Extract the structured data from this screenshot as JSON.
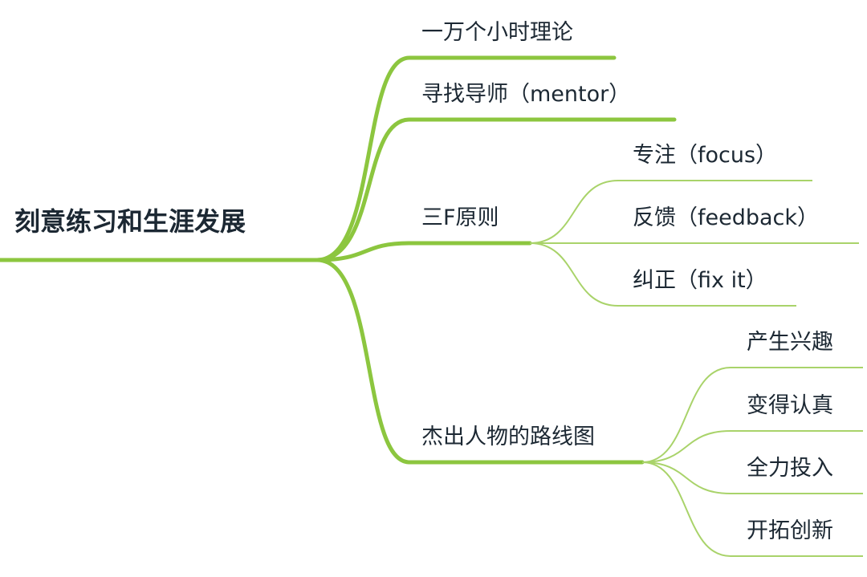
{
  "colors": {
    "trunk": "#8cc63f",
    "branch": "#a9d36a",
    "text": "#1c2833",
    "background": "#ffffff"
  },
  "mindmap": {
    "root": "刻意练习和生涯发展",
    "branches": [
      {
        "label": "一万个小时理论",
        "children": []
      },
      {
        "label": "寻找导师（mentor）",
        "children": []
      },
      {
        "label": "三F原则",
        "children": [
          {
            "label": "专注（focus）"
          },
          {
            "label": "反馈（feedback）"
          },
          {
            "label": "纠正（fix it）"
          }
        ]
      },
      {
        "label": "杰出人物的路线图",
        "children": [
          {
            "label": "产生兴趣"
          },
          {
            "label": "变得认真"
          },
          {
            "label": "全力投入"
          },
          {
            "label": "开拓创新"
          }
        ]
      }
    ]
  }
}
